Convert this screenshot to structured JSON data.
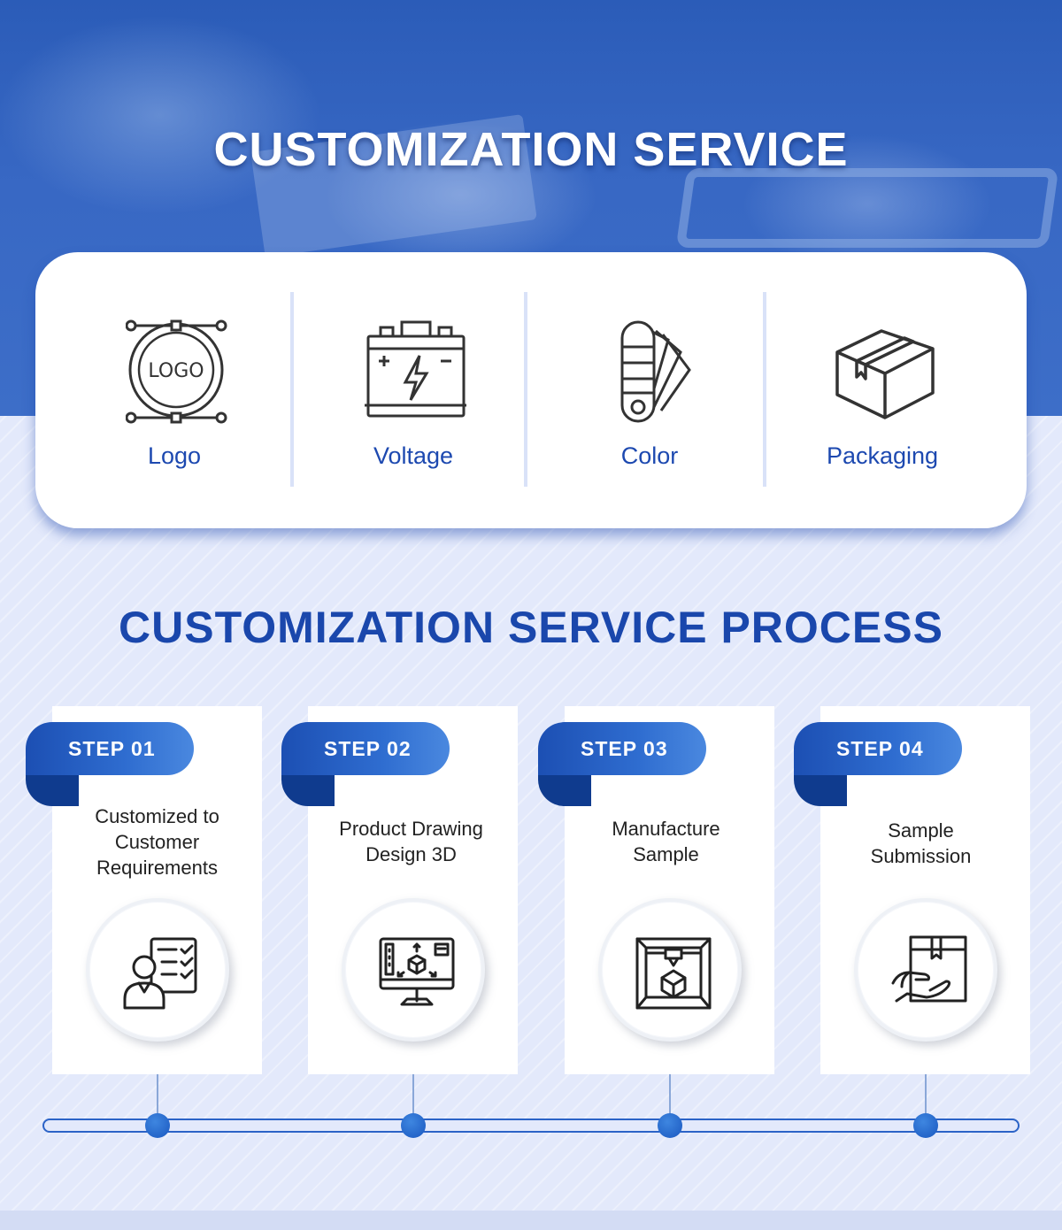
{
  "hero": {
    "title": "CUSTOMIZATION SERVICE"
  },
  "options": [
    {
      "label": "Logo",
      "icon": "logo-vector-icon",
      "icon_text": "LOGO"
    },
    {
      "label": "Voltage",
      "icon": "battery-voltage-icon"
    },
    {
      "label": "Color",
      "icon": "color-swatch-icon"
    },
    {
      "label": "Packaging",
      "icon": "package-box-icon"
    }
  ],
  "process": {
    "title": "CUSTOMIZATION SERVICE PROCESS",
    "steps": [
      {
        "badge": "STEP 01",
        "text": "Customized to Customer Requirements",
        "icon": "customer-checklist-icon"
      },
      {
        "badge": "STEP 02",
        "text": "Product Drawing Design 3D",
        "icon": "3d-design-monitor-icon"
      },
      {
        "badge": "STEP 03",
        "text": "Manufacture Sample",
        "icon": "3d-printer-icon"
      },
      {
        "badge": "STEP 04",
        "text": "Sample Submission",
        "icon": "box-handover-icon"
      }
    ]
  },
  "colors": {
    "primary": "#1d49b0",
    "accent": "#2f6dd0",
    "background": "#e3e9fb"
  }
}
